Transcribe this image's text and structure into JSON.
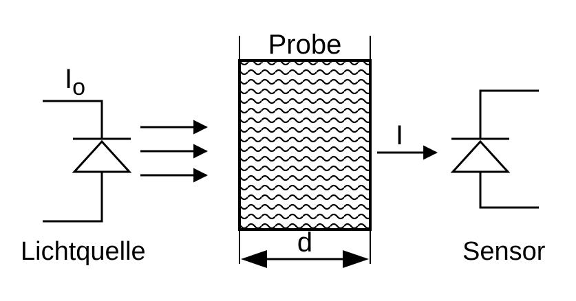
{
  "labels": {
    "probe": "Probe",
    "i0_main": "I",
    "i0_sub": "o",
    "i": "I",
    "d": "d",
    "source": "Lichtquelle",
    "sensor": "Sensor"
  },
  "colors": {
    "stroke": "#000000",
    "background": "#ffffff"
  }
}
